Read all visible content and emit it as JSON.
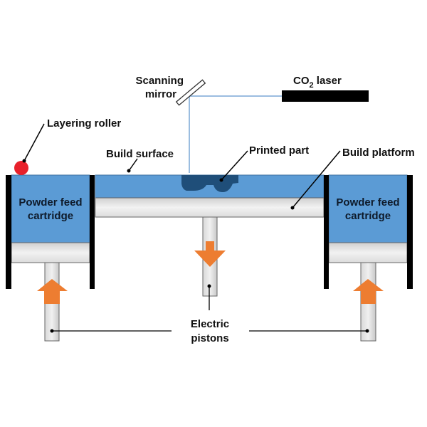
{
  "diagram": {
    "title": "Selective Laser Sintering process",
    "labels": {
      "scanning_mirror_line1": "Scanning",
      "scanning_mirror_line2": "mirror",
      "laser_prefix": "CO",
      "laser_subscript": "2",
      "laser_suffix": " laser",
      "layering_roller": "Layering roller",
      "build_surface": "Build surface",
      "printed_part": "Printed part",
      "build_platform": "Build platform",
      "left_cartridge_line1": "Powder feed",
      "left_cartridge_line2": "cartridge",
      "right_cartridge_line1": "Powder feed",
      "right_cartridge_line2": "cartridge",
      "pistons_line1": "Electric",
      "pistons_line2": "pistons"
    },
    "motion": {
      "left_piston": "up",
      "center_piston": "down",
      "right_piston": "up"
    },
    "colors": {
      "powder": "#5b9bd5",
      "part": "#1f4e79",
      "laser_beam": "#7aa7d6",
      "arrow": "#ed7d31",
      "roller": "#e8212b",
      "wall": "#000000",
      "platform": "#e6e6e6"
    }
  }
}
